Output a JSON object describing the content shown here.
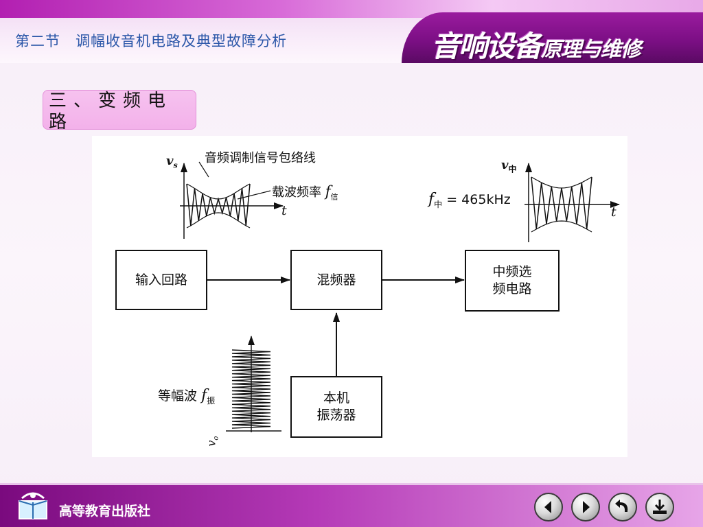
{
  "header": {
    "section_title": "第二节　调幅收音机电路及典型故障分析",
    "logo_big": "音响设备",
    "logo_small": "原理与维修"
  },
  "subsection": {
    "label": "三、变频电路"
  },
  "diagram": {
    "blocks": {
      "input": "输入回路",
      "mixer": "混频器",
      "if_select": "中频选\n频电路",
      "oscillator": "本机\n振荡器"
    },
    "labels": {
      "envelope": "音频调制信号包络线",
      "carrier": "载波频率",
      "carrier_sym": "f",
      "carrier_sub": "信",
      "vs": "v",
      "vs_sub": "s",
      "t": "t",
      "vif": "v",
      "vif_sub": "中",
      "fif": "f",
      "fif_sub": "中",
      "fif_value": "= 465kHz",
      "equal_amp": "等幅波",
      "fosc": "f",
      "fosc_sub": "振",
      "vo": "v",
      "vo_sub": "o"
    }
  },
  "footer": {
    "publisher": "高等教育出版社"
  },
  "colors": {
    "accent": "#9a1b9e",
    "title_blue": "#2a56a8"
  },
  "icons": [
    "previous-icon",
    "next-icon",
    "return-icon",
    "exit-icon",
    "publisher-logo-icon"
  ]
}
